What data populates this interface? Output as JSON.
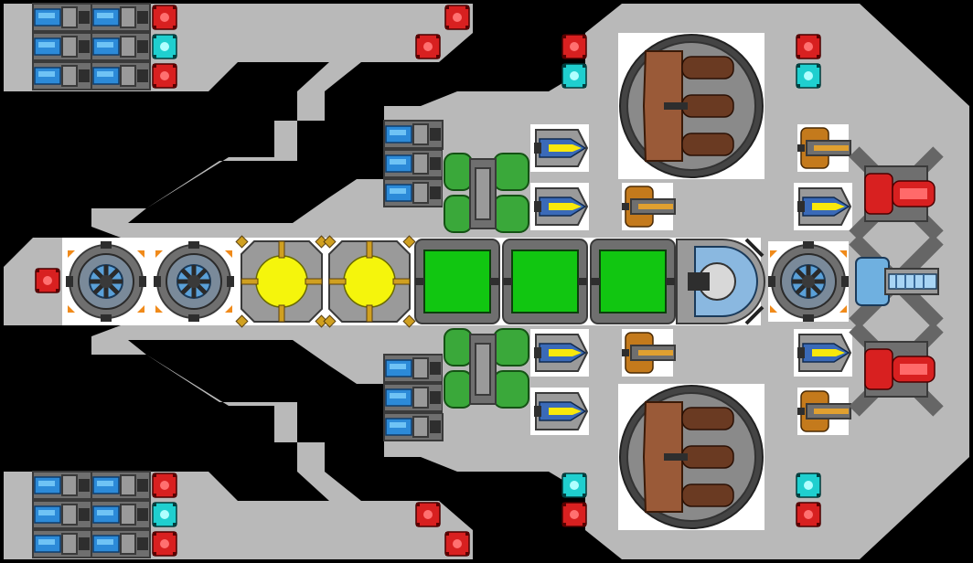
{
  "ship": {
    "colors": {
      "hull": "#b9b9b9",
      "space": "#000000",
      "component_pad": "#ffffff",
      "power_core": "#f5f50c",
      "fuel_tank": "#11c611",
      "armor_node": "#d82020",
      "shield_node": "#1fcfcf",
      "thruster": "#2c8ad8"
    },
    "components": {
      "thruster_banks": [
        "top-left",
        "upper-center",
        "lower-center",
        "bottom-left"
      ],
      "reactor_hubs": 3,
      "power_cores": 2,
      "fuel_tanks": 3,
      "turret_domes": 2,
      "plasma_launchers": 2,
      "laser_cannon": 1
    }
  }
}
